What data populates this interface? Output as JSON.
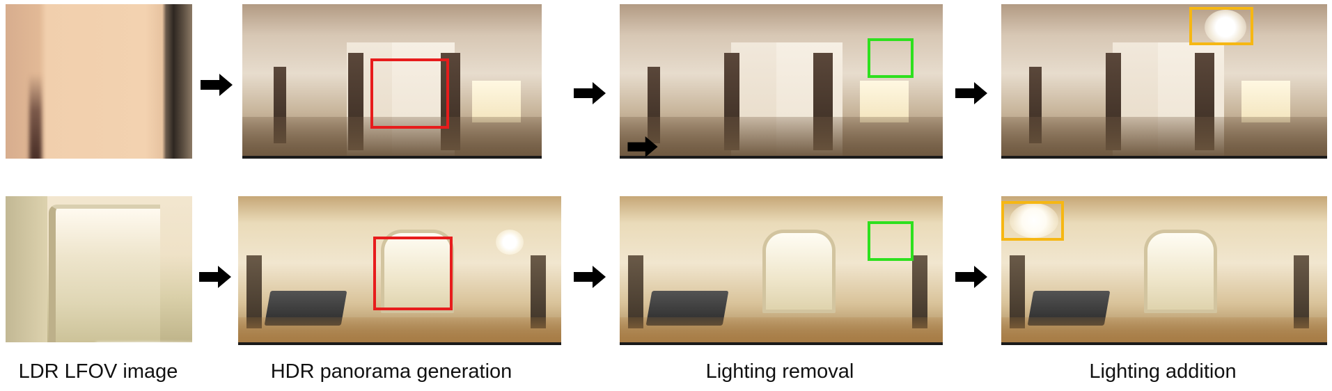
{
  "captions": {
    "lfov": "LDR LFOV image",
    "generation": "HDR panorama generation",
    "removal": "Lighting removal",
    "addition": "Lighting addition"
  },
  "colors": {
    "highlight_generation": "#e71c1c",
    "highlight_removal": "#2ee01e",
    "highlight_addition": "#f6b713",
    "arrow": "#000000"
  },
  "icons": [
    "right-arrow-icon"
  ]
}
